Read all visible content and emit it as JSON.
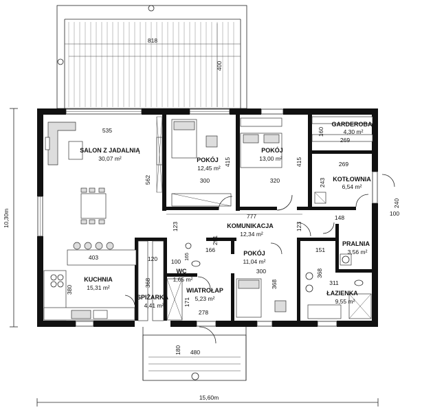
{
  "rooms": {
    "salon": {
      "name": "SALON Z JADALNIĄ",
      "area": "30,07 m²"
    },
    "pokoj1": {
      "name": "POKÓJ",
      "area": "12,45 m²"
    },
    "pokoj2": {
      "name": "POKÓJ",
      "area": "13,00 m²"
    },
    "garderoba": {
      "name": "GARDEROBA",
      "area": "4,30 m²"
    },
    "kotlownia": {
      "name": "KOTŁOWNIA",
      "area": "6,54 m²"
    },
    "komunikacja": {
      "name": "KOMUNIKACJA",
      "area": "12,34 m²"
    },
    "pralnia": {
      "name": "PRALNIA",
      "area": "3,56 m²"
    },
    "pokoj3": {
      "name": "POKÓJ",
      "area": "11,04 m²"
    },
    "lazienka": {
      "name": "ŁAZIENKA",
      "area": "9,55 m²"
    },
    "kuchnia": {
      "name": "KUCHNIA",
      "area": "15,31 m²"
    },
    "spizarka": {
      "name": "SPIŻARKA",
      "area": "4,41 m²"
    },
    "wc": {
      "name": "WC",
      "area": "1,65 m²"
    },
    "wiatrolap": {
      "name": "WIATROŁAP",
      "area": "5,23 m²"
    }
  },
  "overall": {
    "width": "15,60m",
    "depth": "10,30m"
  },
  "dims": {
    "terrace_w": "818",
    "terrace_d": "400",
    "salon_w": "535",
    "salon_d": "562",
    "pokoj1_w": "300",
    "pokoj1_d": "415",
    "pokoj2_w": "320",
    "pokoj2_d": "415",
    "garderoba_d": "160",
    "garderoba_w": "269",
    "kotl_w": "269",
    "kotl_d": "243",
    "ext_d": "240",
    "ext_w": "100",
    "komunikacja_w": "777",
    "komunikacja_d": "123",
    "komunikacja_d2": "123",
    "pralnia_w": "148",
    "pralnia_d": "151",
    "corridor_d": "291",
    "wc_w": "166",
    "pokoj3_w": "300",
    "pokoj3_d": "368",
    "kuchnia_w": "403",
    "kuchnia_d": "380",
    "spiz_w": "120",
    "spiz_d": "368",
    "wc_d": "100",
    "wc_x": "165",
    "wiatr_d": "171",
    "wiatr_w": "278",
    "lazienka_w": "311",
    "lazienka_d": "368",
    "porch_d": "180",
    "porch_w": "480"
  }
}
